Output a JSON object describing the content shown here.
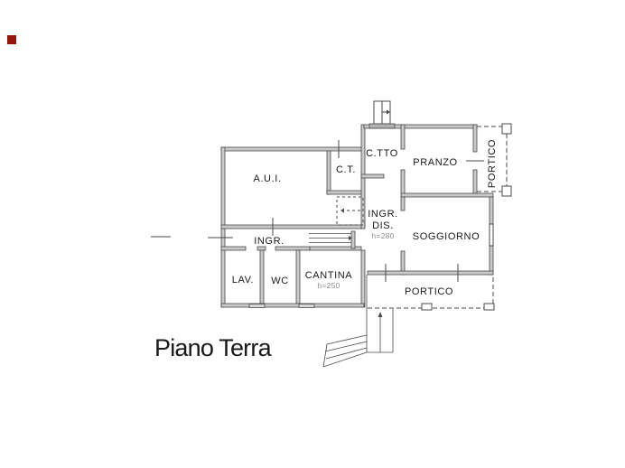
{
  "title": "Piano Terra",
  "rooms": {
    "aui": "A.U.I.",
    "ct": "C.T.",
    "ctto": "C.TTO",
    "pranzo": "PRANZO",
    "portico_right": "PORTICO",
    "ingr_dis_line1": "INGR.",
    "ingr_dis_line2": "DIS.",
    "ingr_dis_height": "h=280",
    "soggiorno": "SOGGIORNO",
    "ingr": "INGR.",
    "lav": "LAV.",
    "wc": "WC",
    "cantina": "CANTINA",
    "cantina_height": "h=250",
    "portico_bottom": "PORTICO"
  },
  "colors": {
    "background": "#ffffff",
    "line": "#4a4a4a",
    "wall_fill": "#c9c9c9",
    "hatch_fill": "#b0b0b0",
    "text": "#1a1a1a",
    "note": "#8e8e8e",
    "marker_red": "#96150c"
  }
}
